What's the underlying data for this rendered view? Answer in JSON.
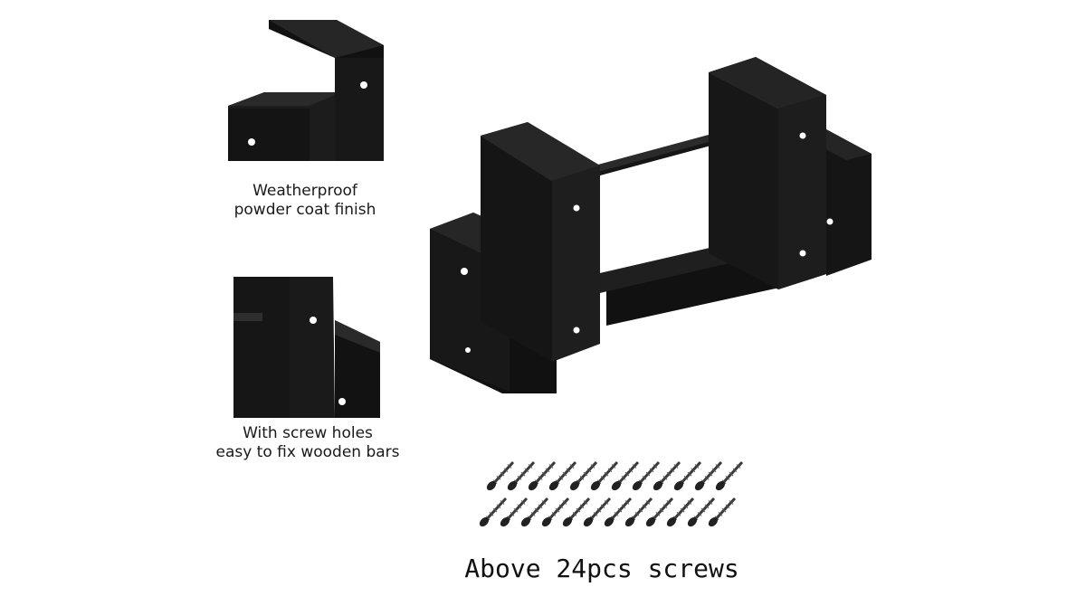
{
  "product": {
    "colors": {
      "metal": "#141414",
      "metal_face": "#1e1e1e",
      "metal_dark": "#0a0a0a",
      "background": "#ffffff"
    }
  },
  "feature_1": {
    "icon": "bracket-corner-closeup",
    "lines": [
      "Weatherproof",
      "powder coat finish"
    ]
  },
  "feature_2": {
    "icon": "bracket-holes-closeup",
    "lines": [
      "With screw holes",
      "easy to fix wooden bars"
    ]
  },
  "accessories": {
    "icon": "screw-set",
    "caption": "Above 24pcs screws"
  }
}
